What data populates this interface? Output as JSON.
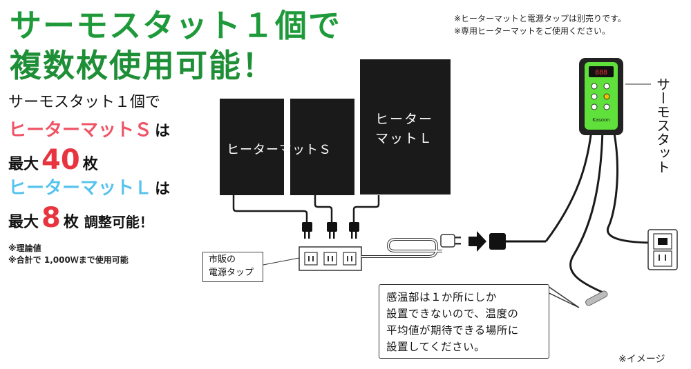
{
  "headline": {
    "line1": "サーモスタット１個で",
    "line2": "複数枚使用可能！"
  },
  "side": {
    "line1": "サーモスタット１個で",
    "mat_s": "ヒーターマットＳ",
    "ha": "は",
    "max_prefix": "最大",
    "s_count": "40",
    "mai": "枚",
    "mat_l": "ヒーターマットＬ",
    "l_count": "8",
    "adjust": "調整可能！"
  },
  "notes_left": [
    "※理論値",
    "※合計で 1,000Ｗまで使用可能"
  ],
  "notes_right": [
    "※ヒーターマットと電源タップは別売りです。",
    "※専用ヒーターマットをご使用ください。"
  ],
  "mats": {
    "s_label": "ヒーターマットＳ",
    "l_label_line1": "ヒーター",
    "l_label_line2": "マットＬ"
  },
  "power_strip_label": {
    "line1": "市販の",
    "line2": "電源タップ"
  },
  "thermostat_label": "サーモスタット",
  "thermostat_brand": "Kasoon",
  "callout": {
    "line1": "感温部は１か所にしか",
    "line2": "設置できないので、温度の",
    "line3": "平均値が期待できる場所に",
    "line4": "設置してください。"
  },
  "image_note": "※イメージ",
  "colors": {
    "headline_green": "#1f9a3a",
    "mat_s_red": "#ef5364",
    "mat_l_blue": "#56c3ee",
    "count_red": "#e8343f",
    "thermostat_green": "#5fe03a"
  }
}
